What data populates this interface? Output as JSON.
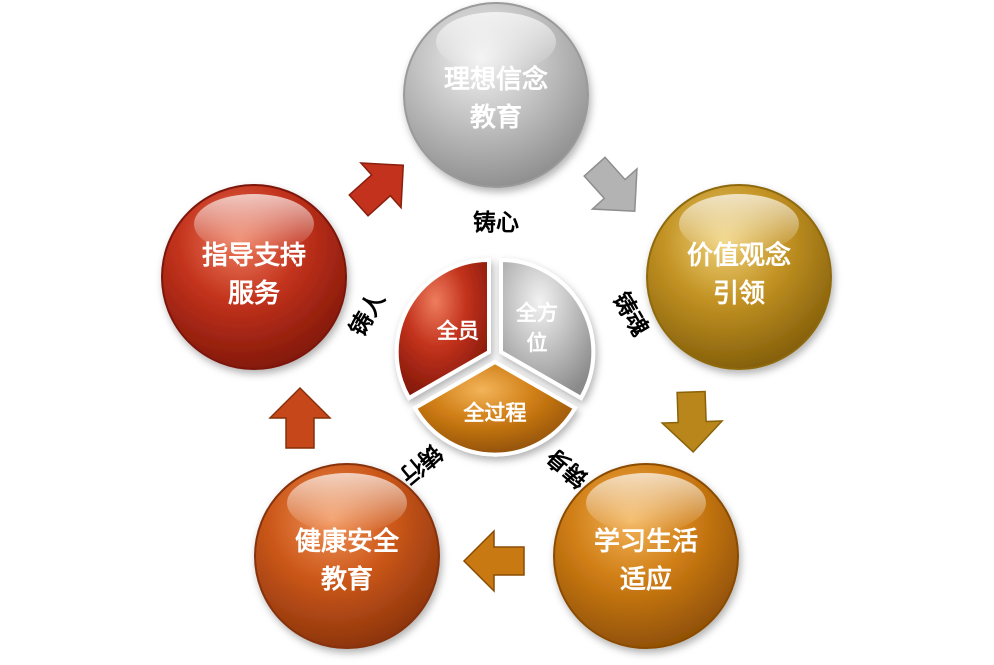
{
  "nodes": {
    "top": {
      "line1": "理想信念",
      "line2": "教育",
      "color": "#b9b9b9"
    },
    "right": {
      "line1": "价值观念",
      "line2": "引领",
      "color": "#b88a1a"
    },
    "bottom_right": {
      "line1": "学习生活",
      "line2": "适应",
      "color": "#c97912"
    },
    "bottom_left": {
      "line1": "健康安全",
      "line2": "教育",
      "color": "#c9561a"
    },
    "left": {
      "line1": "指导支持",
      "line2": "服务",
      "color": "#c0301c"
    }
  },
  "center": {
    "left_segment": "全员",
    "right_segment_line1": "全方",
    "right_segment_line2": "位",
    "bottom_segment": "全过程"
  },
  "side_labels": {
    "top": "铸心",
    "right": "铸魂",
    "bottom_right": "铸身",
    "bottom_left": "铸行",
    "left": "铸人"
  },
  "colors": {
    "grey": "#b9b9b9",
    "gold": "#b88a1a",
    "orange": "#c97912",
    "red_orange": "#c9561a",
    "red": "#c0301c"
  }
}
